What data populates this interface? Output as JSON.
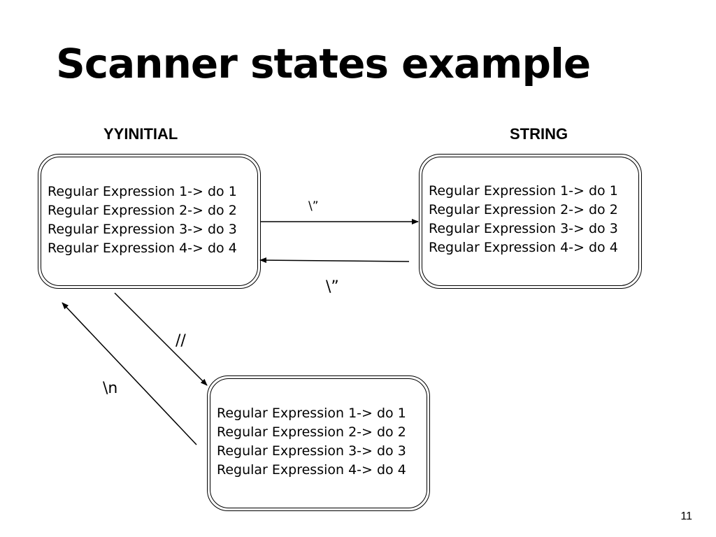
{
  "slide": {
    "title": "Scanner states example",
    "page_number": "11"
  },
  "states": {
    "yyinitial": {
      "label": "YYINITIAL",
      "rules": [
        "Regular Expression 1-> do 1",
        "Regular Expression 2-> do 2",
        "Regular Expression 3-> do 3",
        "Regular Expression 4-> do 4"
      ]
    },
    "string": {
      "label": "STRING",
      "rules": [
        "Regular Expression 1-> do 1",
        "Regular Expression 2-> do 2",
        "Regular Expression 3-> do 3",
        "Regular Expression 4-> do 4"
      ]
    },
    "comment": {
      "rules": [
        "Regular Expression 1-> do 1",
        "Regular Expression 2-> do 2",
        "Regular Expression 3-> do 3",
        "Regular Expression 4-> do 4"
      ]
    }
  },
  "transitions": {
    "initial_to_string": "\\”",
    "string_to_initial": "\\”",
    "initial_to_comment": "//",
    "comment_to_initial": "\\n"
  }
}
